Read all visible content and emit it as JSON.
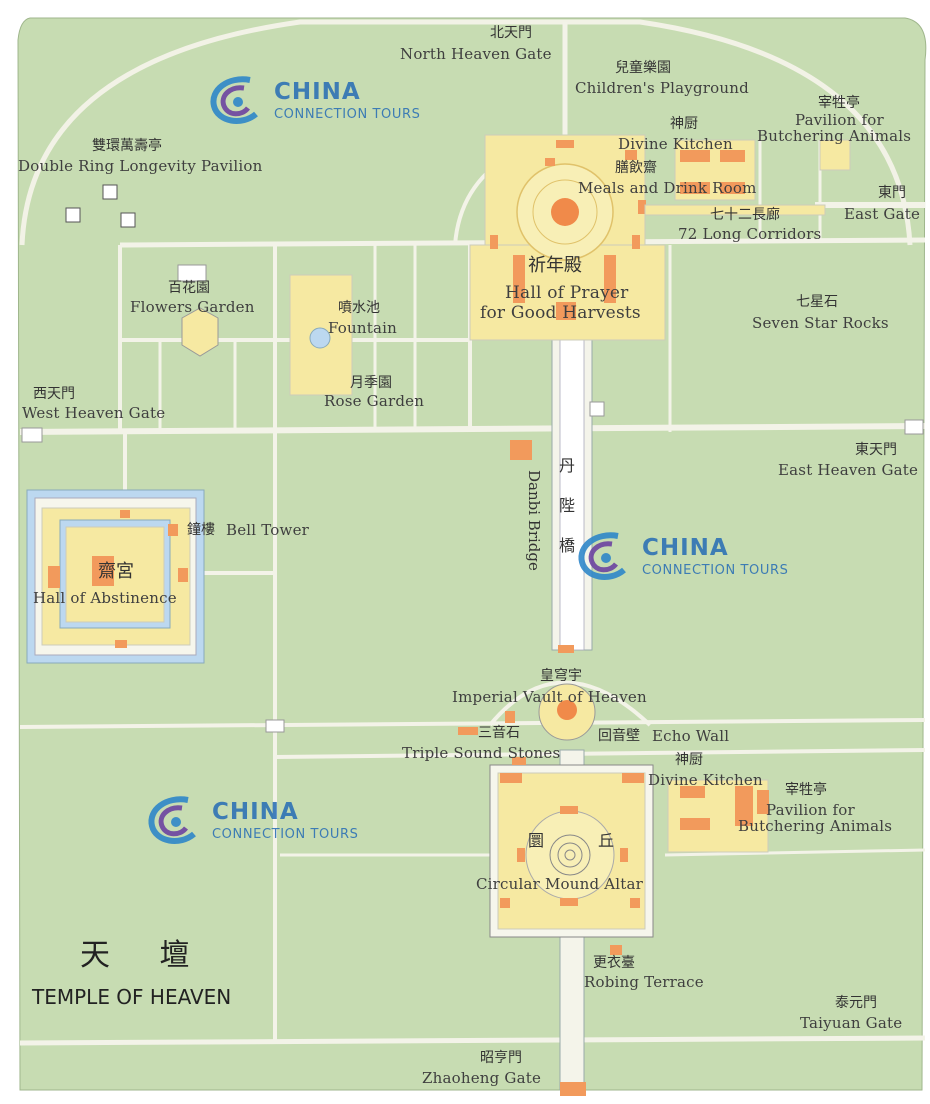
{
  "map": {
    "title_cn": "天 壇",
    "title_en": "TEMPLE OF HEAVEN",
    "watermark": {
      "line1": "CHINA",
      "line2": "CONNECTION TOURS"
    },
    "labels": {
      "north_gate_cn": "北天門",
      "north_gate": "North Heaven Gate",
      "playground_cn": "兒童樂園",
      "playground": "Children's Playground",
      "double_ring_cn": "雙環萬壽亭",
      "double_ring": "Double Ring Longevity Pavilion",
      "divine_kitchen_n_cn": "神厨",
      "divine_kitchen_n": "Divine Kitchen",
      "butcher_n_cn": "宰牲亭",
      "butcher_n_1": "Pavilion for",
      "butcher_n_2": "Butchering Animals",
      "meals_cn": "膳飲齋",
      "meals": "Meals and Drink Room",
      "east_gate_cn": "東門",
      "east_gate": "East Gate",
      "corridors_cn": "七十二長廊",
      "corridors": "72 Long Corridors",
      "prayer_hall_cn": "祈年殿",
      "prayer_hall_1": "Hall of Prayer",
      "prayer_hall_2": "for Good Harvests",
      "seven_star_cn": "七星石",
      "seven_star": "Seven Star Rocks",
      "flowers_cn": "百花園",
      "flowers": "Flowers Garden",
      "fountain_cn": "噴水池",
      "fountain": "Fountain",
      "rose_cn": "月季園",
      "rose": "Rose Garden",
      "west_gate_cn": "西天門",
      "west_gate": "West Heaven Gate",
      "east_heaven_gate_cn": "東天門",
      "east_heaven_gate": "East Heaven Gate",
      "bell_tower_cn": "鐘樓",
      "bell_tower": "Bell Tower",
      "abstinence_cn": "齋宮",
      "abstinence": "Hall of Abstinence",
      "danbi_cn": "丹陛橋",
      "danbi": "Danbi Bridge",
      "vault_cn": "皇穹宇",
      "vault": "Imperial Vault of Heaven",
      "triple_cn": "三音石",
      "triple": "Triple Sound Stones",
      "echo_cn": "回音壁",
      "echo": "Echo Wall",
      "divine_kitchen_s_cn": "神厨",
      "divine_kitchen_s": "Divine Kitchen",
      "butcher_s_cn": "宰牲亭",
      "butcher_s_1": "Pavilion for",
      "butcher_s_2": "Butchering Animals",
      "mound_cn_1": "圜",
      "mound_cn_2": "丘",
      "mound": "Circular Mound Altar",
      "robing_cn": "更衣臺",
      "robing": "Robing Terrace",
      "taiyuan_cn": "泰元門",
      "taiyuan": "Taiyuan Gate",
      "zhaoheng_cn": "昭亨門",
      "zhaoheng": "Zhaoheng Gate"
    },
    "colors": {
      "park": "#c6ddb0",
      "path": "#f4f4ea",
      "building": "#f6e9a2",
      "roof": "#f29a5c",
      "water": "#bcd8f0"
    }
  }
}
